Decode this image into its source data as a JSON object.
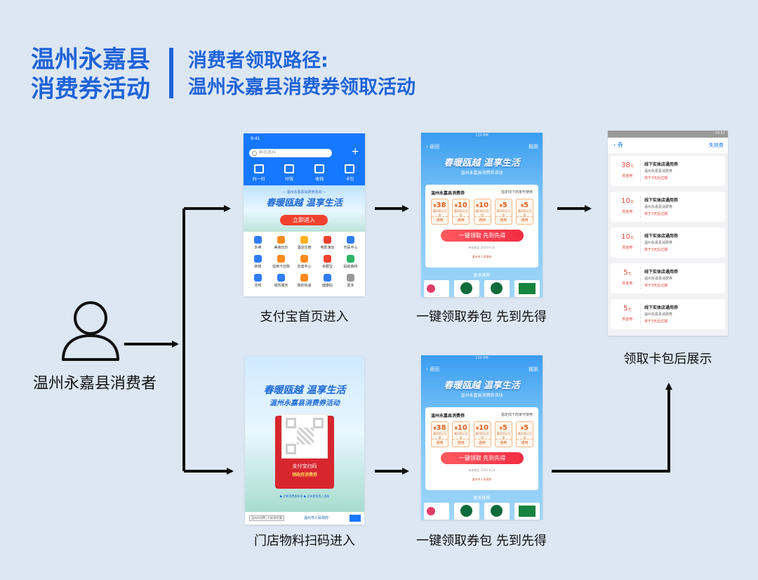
{
  "header": {
    "title_line1": "温州永嘉县",
    "title_line2": "消费券活动",
    "path_line1": "消费者领取路径:",
    "path_line2": "温州永嘉县消费券领取活动"
  },
  "consumer": {
    "label": "温州永嘉县消费者"
  },
  "captions": {
    "alipay_home": "支付宝首页进入",
    "store_scan": "门店物料扫码进入",
    "one_click_top": "一键领取券包 先到先得",
    "one_click_bottom": "一键领取券包 先到先得",
    "wallet": "领取卡包后展示"
  },
  "alipay_screen": {
    "time": "9:41",
    "search_placeholder": "鲜衣惑抖",
    "quick_actions": [
      "扫一扫",
      "付钱",
      "收钱",
      "卡包"
    ],
    "banner_sub": "— 温州永嘉县消费券活动 —",
    "banner_slogan": "春暖瓯越 温享生活",
    "banner_button": "立即进入",
    "grid": [
      "外卖",
      "美食玩乐",
      "酒店住宿",
      "电影演出",
      "市民中心",
      "转账",
      "信用卡还款",
      "充值中心",
      "余额宝",
      "蚂蚁森林",
      "花呗",
      "城市服务",
      "我的快递",
      "健康码",
      "更多"
    ]
  },
  "coupon_screen": {
    "status": "120 PM",
    "back": "返回",
    "rules": "规则",
    "slogan": "春暖瓯越 温享生活",
    "sub": "温州永嘉县消费券活动",
    "card_title": "温州永嘉县消费券",
    "card_note": "指定线下商家可使用",
    "values": [
      "38",
      "10",
      "10",
      "5",
      "5"
    ],
    "value_desc": "满200元可用",
    "use": "通用",
    "button": "一键领取 先到先得",
    "date": "有效期至 2020-4-24",
    "bank": "温州市人民政府",
    "more": "更多推荐"
  },
  "poster": {
    "slogan": "春暖瓯越 温享生活",
    "sub": "温州永嘉县消费券活动",
    "pay": "支付宝扫码",
    "get": "领政府消费券",
    "tip": "● 近期消费券多领 ● 支持使用线上选购",
    "foot_left": "温州市消费 | 扫码享优惠",
    "foot_mid": "温州市人民政府"
  },
  "wallet_screen": {
    "status": "19:52",
    "nav_title": "券",
    "nav_right": "失效券",
    "unit": "元",
    "type": "现金券",
    "title": "线下实体店通用券",
    "subtitle": "温州永嘉县消费券",
    "expire": "将于3天后过期",
    "amounts": [
      "38",
      "10",
      "10",
      "5",
      "5"
    ]
  }
}
